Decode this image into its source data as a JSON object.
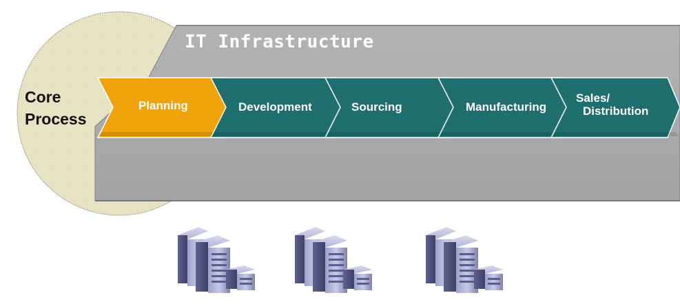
{
  "diagram": {
    "core_process": {
      "line1": "Core",
      "line2": "Process"
    },
    "infrastructure_title": "IT Infrastructure",
    "stages": [
      {
        "label_line1": "Planning",
        "label_line2": "",
        "color": "#f0a30a",
        "highlighted": true
      },
      {
        "label_line1": "Development",
        "label_line2": "",
        "color": "#1f6f6f",
        "highlighted": false
      },
      {
        "label_line1": "Sourcing",
        "label_line2": "",
        "color": "#1f6f6f",
        "highlighted": false
      },
      {
        "label_line1": "Manufacturing",
        "label_line2": "",
        "color": "#1f6f6f",
        "highlighted": false
      },
      {
        "label_line1": "Sales/",
        "label_line2": "Distribution",
        "color": "#1f6f6f",
        "highlighted": false
      }
    ],
    "servers": [
      {
        "icon": "server-rack-icon"
      },
      {
        "icon": "server-rack-icon"
      },
      {
        "icon": "server-rack-icon"
      }
    ],
    "colors": {
      "circle": "#e8e6c6",
      "infrastructure_band": "#a9a9ab",
      "highlight": "#f0a30a",
      "process": "#1f6f6f"
    }
  }
}
